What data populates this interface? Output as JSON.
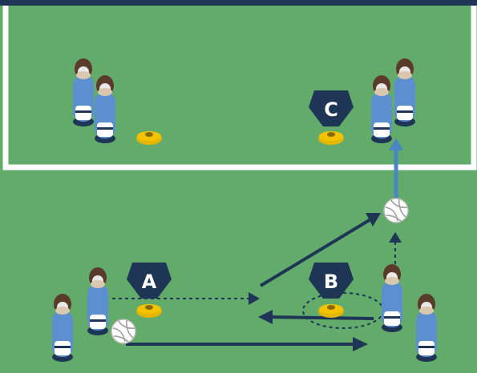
{
  "diagram": {
    "colors": {
      "pitch": "#62ab6a",
      "top_bar": "#1f3556",
      "line_white": "#ffffff",
      "arrow": "#1f3556",
      "ball_pass": "#4a86c4",
      "cone": "#f3c300",
      "marker": "#1f3556",
      "jersey": "#5b8fd0",
      "shorts": "#1f3556",
      "hair": "#5a3a2a"
    },
    "markers": [
      {
        "id": "A",
        "label": "A"
      },
      {
        "id": "B",
        "label": "B"
      },
      {
        "id": "C",
        "label": "C"
      }
    ],
    "legend": []
  }
}
